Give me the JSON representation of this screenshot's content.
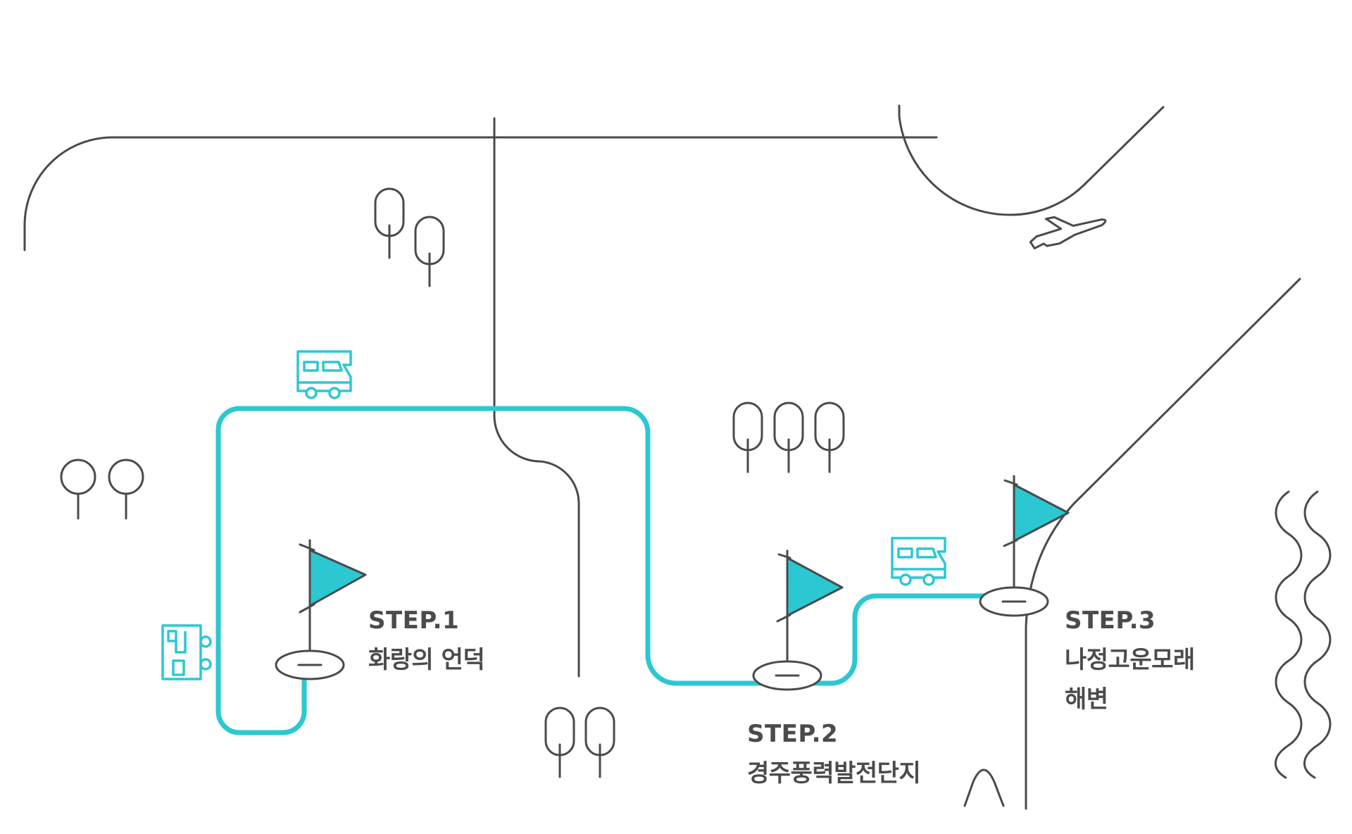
{
  "colors": {
    "route": "#2bc8d2",
    "line": "#4a4a4a",
    "flag_fill": "#2bc8d2",
    "text": "#4b4b4b",
    "background": "#ffffff"
  },
  "steps": [
    {
      "title": "STEP.1",
      "place_lines": [
        "화랑의 언덕"
      ]
    },
    {
      "title": "STEP.2",
      "place_lines": [
        "경주풍력발전단지"
      ]
    },
    {
      "title": "STEP.3",
      "place_lines": [
        "나정고운모래",
        "해변"
      ]
    }
  ],
  "icons": {
    "vehicle": "campervan-icon",
    "building": "building-icon",
    "airport": "airplane-icon",
    "flag": "flag-icon",
    "tree": "tree-icon",
    "mountain": "mountain-icon",
    "sea": "wave-icon"
  }
}
